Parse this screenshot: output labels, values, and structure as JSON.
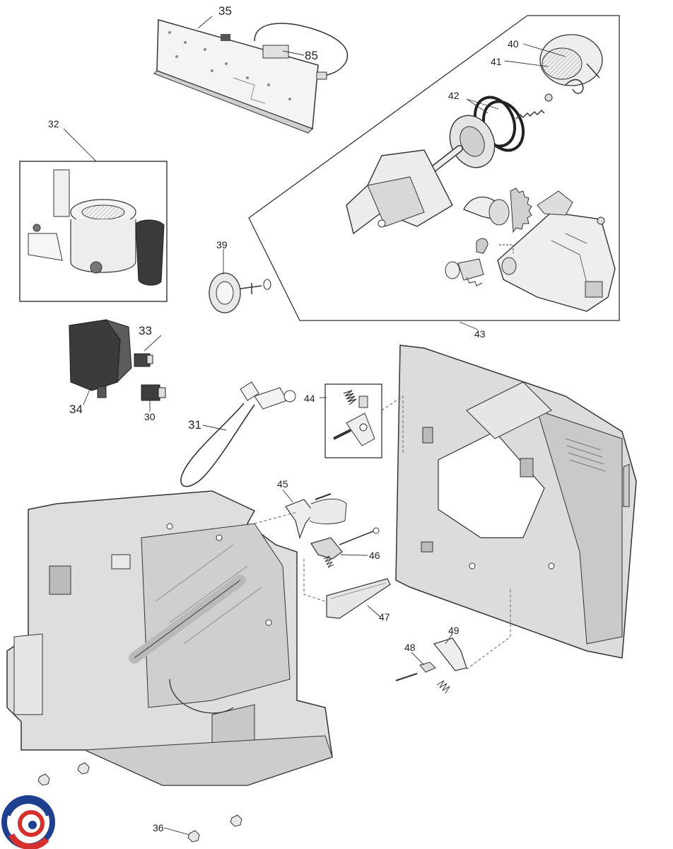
{
  "callouts": {
    "c35": "35",
    "c85": "85",
    "c40": "40",
    "c41": "41",
    "c42": "42",
    "c32": "32",
    "c39": "39",
    "c43": "43",
    "c33": "33",
    "c34": "34",
    "c30": "30",
    "c31": "31",
    "c44": "44",
    "c45": "45",
    "c46": "46",
    "c47": "47",
    "c49": "49",
    "c48": "48",
    "c36": "36"
  },
  "colors": {
    "line": "#333333",
    "part_fill": "#dcdcdc",
    "part_shade": "#bdbdbd",
    "part_dark": "#3a3a3a",
    "logo_blue": "#1f3f8f",
    "logo_red": "#d4302c"
  }
}
